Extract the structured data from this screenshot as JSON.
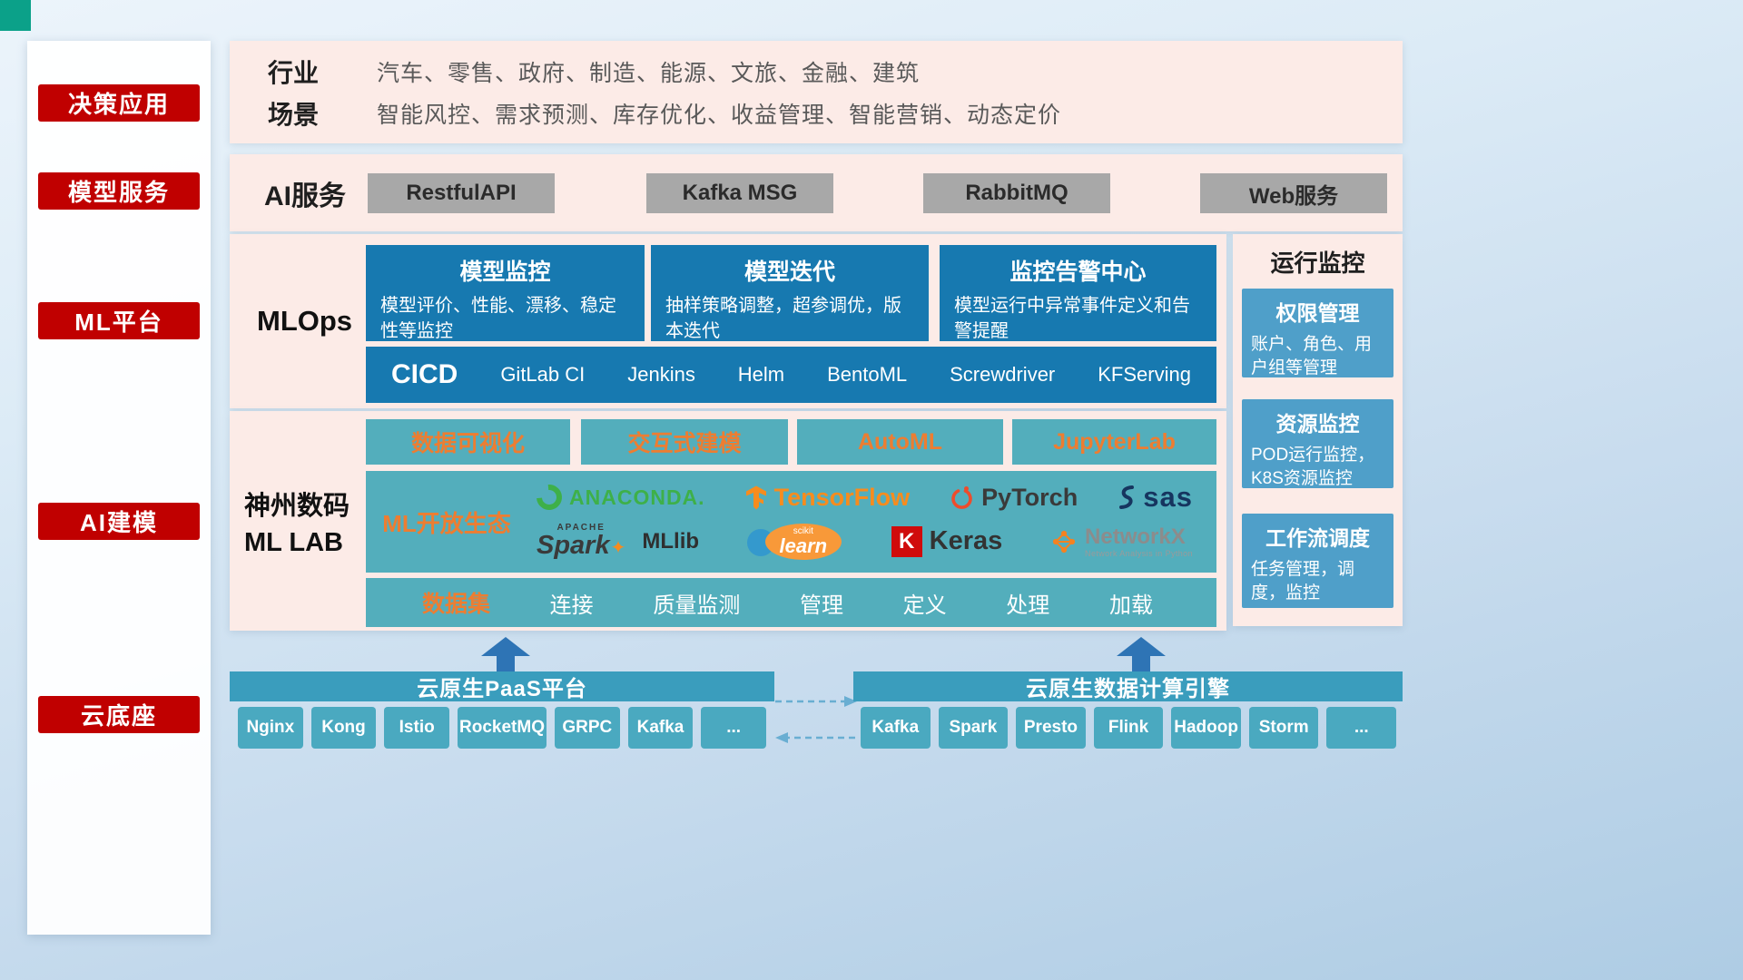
{
  "colors": {
    "accent_red": "#c00000",
    "panel_pink": "#fcebe7",
    "card_blue": "#1779b0",
    "monitor_blue": "#4f9fc9",
    "teal": "#53aebc",
    "orange": "#ed7d31",
    "bottom_teal_dark": "#3a9dbd",
    "bottom_teal": "#4aa9c0",
    "arrow_blue": "#2e74b5"
  },
  "sidebar": {
    "items": [
      {
        "label": "决策应用"
      },
      {
        "label": "模型服务"
      },
      {
        "label": "ML平台"
      },
      {
        "label": "AI建模"
      },
      {
        "label": "云底座"
      }
    ]
  },
  "apps": {
    "industry_label": "行业",
    "industry_value": "汽车、零售、政府、制造、能源、文旅、金融、建筑",
    "scene_label": "场景",
    "scene_value": "智能风控、需求预测、库存优化、收益管理、智能营销、动态定价"
  },
  "ai_service": {
    "label": "AI服务",
    "buttons": [
      "RestfulAPI",
      "Kafka MSG",
      "RabbitMQ",
      "Web服务"
    ]
  },
  "mlops": {
    "label": "MLOps",
    "cards": [
      {
        "title": "模型监控",
        "desc": "模型评价、性能、漂移、稳定性等监控"
      },
      {
        "title": "模型迭代",
        "desc": "抽样策略调整，超参调优，版本迭代"
      },
      {
        "title": "监控告警中心",
        "desc": "模型运行中异常事件定义和告警提醒"
      }
    ],
    "cicd_label": "CICD",
    "cicd_tools": [
      "GitLab CI",
      "Jenkins",
      "Helm",
      "BentoML",
      "Screwdriver",
      "KFServing"
    ]
  },
  "monitoring": {
    "title": "运行监控",
    "cards": [
      {
        "title": "权限管理",
        "desc": "账户、角色、用户组等管理"
      },
      {
        "title": "资源监控",
        "desc": "POD运行监控，K8S资源监控"
      },
      {
        "title": "工作流调度",
        "desc": "任务管理，调度，监控"
      }
    ]
  },
  "mllab": {
    "label_line1": "神州数码",
    "label_line2": "ML LAB",
    "tools": [
      "数据可视化",
      "交互式建模",
      "AutoML",
      "JupyterLab"
    ],
    "eco_label": "ML开放生态",
    "logos": {
      "anaconda": {
        "text": "ANACONDA."
      },
      "tensorflow": {
        "text": "TensorFlow"
      },
      "pytorch": {
        "text": "PyTorch"
      },
      "sas": {
        "text": "sas"
      },
      "spark": {
        "small": "APACHE",
        "text": "Spark",
        "suffix": "MLlib"
      },
      "sklearn": {
        "small": "scikit",
        "text": "learn"
      },
      "keras": {
        "letter": "K",
        "text": "Keras"
      },
      "networkx": {
        "text": "NetworkX",
        "subtitle": "Network Analysis in Python"
      }
    },
    "data_row": [
      "数据集",
      "连接",
      "质量监测",
      "管理",
      "定义",
      "处理",
      "加载"
    ]
  },
  "cloud": {
    "paas_title": "云原生PaaS平台",
    "paas_buttons": [
      "Nginx",
      "Kong",
      "Istio",
      "RocketMQ",
      "GRPC",
      "Kafka",
      "..."
    ],
    "engine_title": "云原生数据计算引擎",
    "engine_buttons": [
      "Kafka",
      "Spark",
      "Presto",
      "Flink",
      "Hadoop",
      "Storm",
      "..."
    ]
  }
}
